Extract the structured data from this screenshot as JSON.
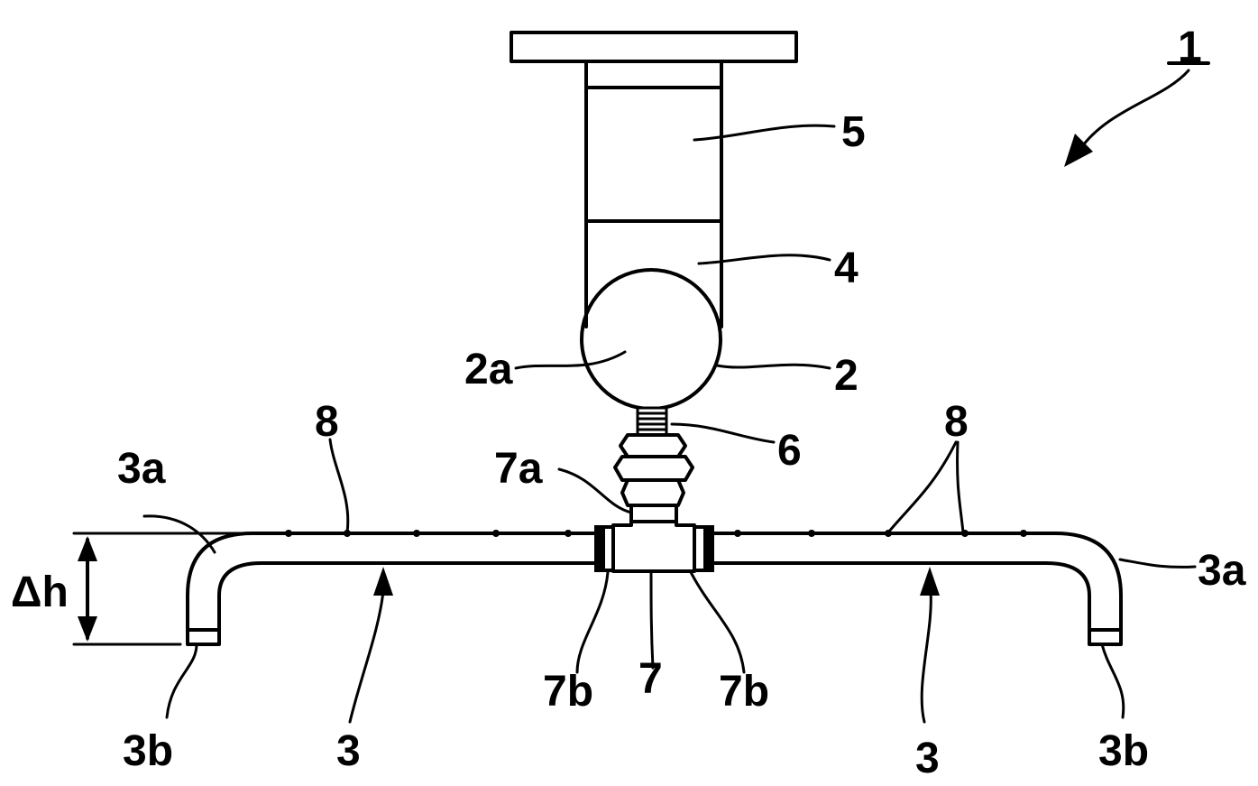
{
  "labels": {
    "assembly": "1",
    "cylinder": "5",
    "body": "4",
    "ball": "2",
    "ball_face": "2a",
    "thread": "6",
    "tee_top": "7a",
    "tee": "7",
    "tee_end_left": "7b",
    "tee_end_right": "7b",
    "holes_left": "8",
    "holes_right": "8",
    "bend_left": "3a",
    "bend_right": "3a",
    "pipe_end_left": "3b",
    "pipe_end_right": "3b",
    "pipe_left": "3",
    "pipe_right": "3",
    "height_diff": "Δh"
  },
  "colors": {
    "line": "#000000",
    "background": "#ffffff"
  }
}
